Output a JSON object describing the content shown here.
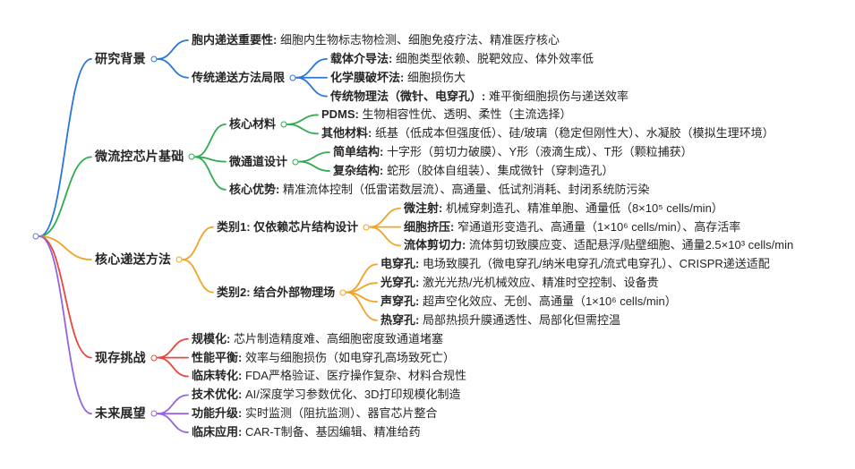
{
  "text_color": "#262626",
  "root_color": "#5b80d6",
  "root": {
    "label": "",
    "children": [
      {
        "label": "研究背景",
        "color": "#2878d8",
        "children": [
          {
            "label": "胞内递送重要性: 细胞内生物标志物检测、细胞免疫疗法、精准医疗核心"
          },
          {
            "label": "传统递送方法局限",
            "children": [
              {
                "label": "载体介导法: 细胞类型依赖、脱靶效应、体外效率低"
              },
              {
                "label": "化学膜破坏法: 细胞损伤大"
              },
              {
                "label": "传统物理法（微针、电穿孔）: 难平衡细胞损伤与递送效率"
              }
            ]
          }
        ]
      },
      {
        "label": "微流控芯片基础",
        "color": "#30ab52",
        "children": [
          {
            "label": "核心材料",
            "children": [
              {
                "label": "PDMS: 生物相容性优、透明、柔性（主流选择）"
              },
              {
                "label": "其他材料: 纸基（低成本但强度低）、硅/玻璃（稳定但刚性大）、水凝胶（模拟生理环境）"
              }
            ]
          },
          {
            "label": "微通道设计",
            "children": [
              {
                "label": "简单结构: 十字形（剪切力破膜）、Y形（液滴生成）、T形（颗粒捕获）"
              },
              {
                "label": "复杂结构: 蛇形（胶体自组装）、集成微针（穿刺造孔）"
              }
            ]
          },
          {
            "label": "核心优势: 精准流体控制（低雷诺数层流）、高通量、低试剂消耗、封闭系统防污染"
          }
        ]
      },
      {
        "label": "核心递送方法",
        "color": "#f0a425",
        "children": [
          {
            "label": "类别1: 仅依赖芯片结构设计",
            "children": [
              {
                "label": "微注射: 机械穿刺造孔、精准单胞、通量低（8×10⁵ cells/min）"
              },
              {
                "label": "细胞挤压: 窄通道形变造孔、高通量（1×10⁶ cells/min）、高存活率"
              },
              {
                "label": "流体剪切力: 流体剪切致膜应变、适配悬浮/贴壁细胞、通量2.5×10³ cells/min"
              }
            ]
          },
          {
            "label": "类别2: 结合外部物理场",
            "children": [
              {
                "label": "电穿孔: 电场致膜孔（微电穿孔/纳米电穿孔/流式电穿孔）、CRISPR递送适配"
              },
              {
                "label": "光穿孔: 激光光热/光机械效应、精准时空控制、设备贵"
              },
              {
                "label": "声穿孔: 超声空化效应、无创、高通量（1×10⁶ cells/min）"
              },
              {
                "label": "热穿孔: 局部热损升膜通透性、局部化但需控温"
              }
            ]
          }
        ]
      },
      {
        "label": "现存挑战",
        "color": "#e7473c",
        "children": [
          {
            "label": "规模化: 芯片制造精度难、高细胞密度致通道堵塞"
          },
          {
            "label": "性能平衡: 效率与细胞损伤（如电穿孔高场致死亡）"
          },
          {
            "label": "临床转化: FDA严格验证、医疗操作复杂、材料合规性"
          }
        ]
      },
      {
        "label": "未来展望",
        "color": "#9663e0",
        "children": [
          {
            "label": "技术优化: AI/深度学习参数优化、3D打印规模化制造"
          },
          {
            "label": "功能升级: 实时监测（阻抗监测）、器官芯片整合"
          },
          {
            "label": "临床应用: CAR-T制备、基因编辑、精准给药"
          }
        ]
      }
    ]
  }
}
